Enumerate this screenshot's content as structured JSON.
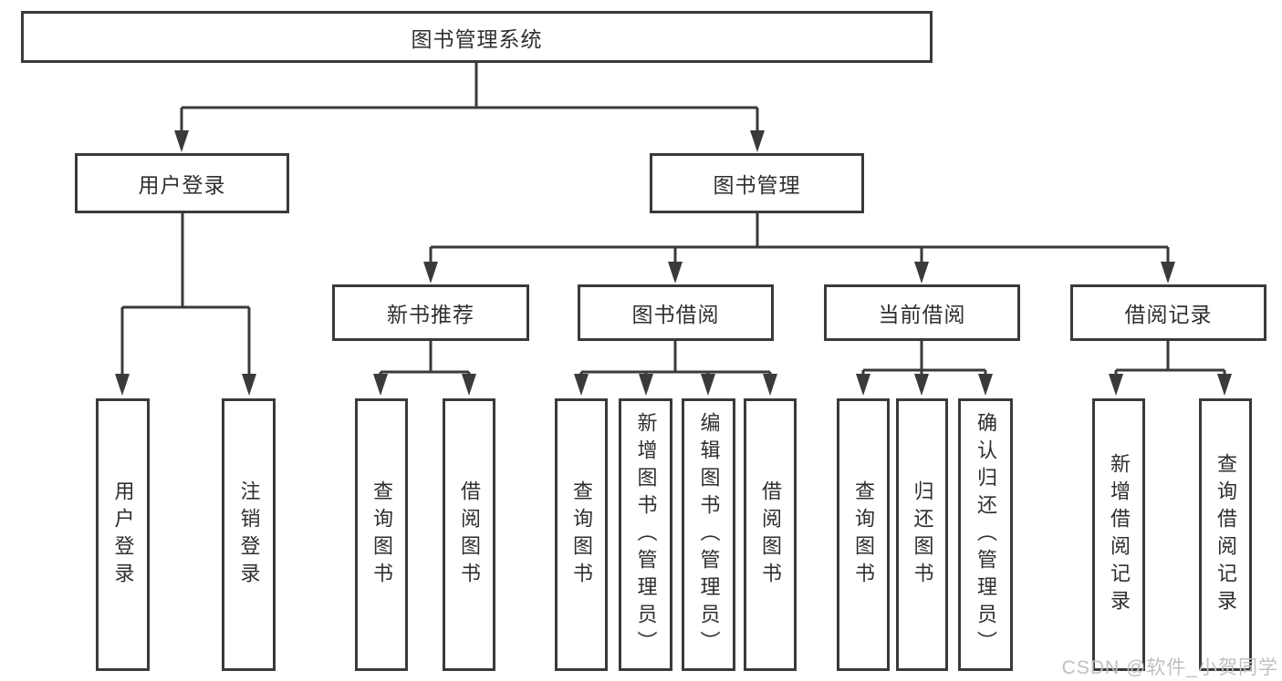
{
  "diagram": {
    "root": {
      "label": "图书管理系统",
      "children": [
        {
          "label": "用户登录",
          "children": [
            {
              "label": "用户登录"
            },
            {
              "label": "注销登录"
            }
          ]
        },
        {
          "label": "图书管理",
          "children": [
            {
              "label": "新书推荐",
              "children": [
                {
                  "label": "查询图书"
                },
                {
                  "label": "借阅图书"
                }
              ]
            },
            {
              "label": "图书借阅",
              "children": [
                {
                  "label": "查询图书"
                },
                {
                  "label": "新增图书（管理员）"
                },
                {
                  "label": "编辑图书（管理员）"
                },
                {
                  "label": "借阅图书"
                }
              ]
            },
            {
              "label": "当前借阅",
              "children": [
                {
                  "label": "查询图书"
                },
                {
                  "label": "归还图书"
                },
                {
                  "label": "确认归还（管理员）"
                }
              ]
            },
            {
              "label": "借阅记录",
              "children": [
                {
                  "label": "新增借阅记录"
                },
                {
                  "label": "查询借阅记录"
                }
              ]
            }
          ]
        }
      ]
    }
  },
  "watermark": {
    "text": "CSDN @软件_小贺同学"
  },
  "colors": {
    "line": "#3a3a3a",
    "box_border": "#3a3a3a",
    "text": "#2f2f2f",
    "background": "#ffffff",
    "watermark": "#c0c0c0"
  }
}
